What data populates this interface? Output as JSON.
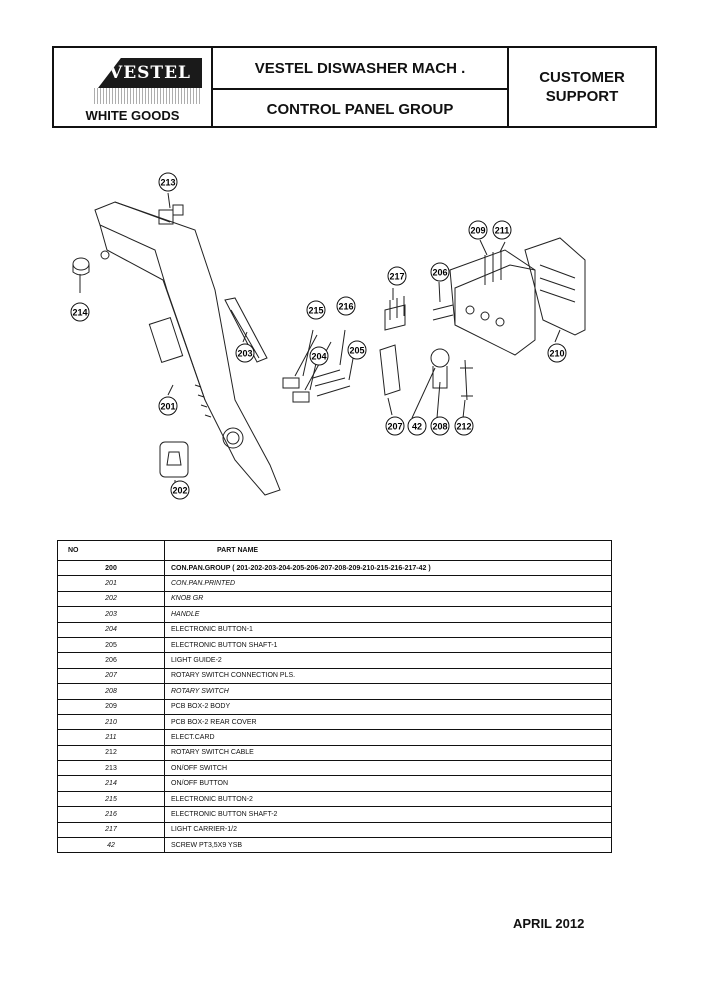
{
  "header": {
    "logo_text": "VESTEL",
    "division": "WHITE GOODS",
    "title_line1": "VESTEL DISWASHER MACH .",
    "title_line2": "CONTROL PANEL GROUP",
    "support_line1": "CUSTOMER",
    "support_line2": "SUPPORT"
  },
  "callouts": [
    "213",
    "214",
    "201",
    "202",
    "203",
    "215",
    "204",
    "216",
    "205",
    "217",
    "206",
    "209",
    "211",
    "210",
    "207",
    "42",
    "208",
    "212"
  ],
  "table": {
    "headers": {
      "no": "NO",
      "name": "PART NAME"
    },
    "rows": [
      {
        "no": "200",
        "name": "CON.PAN.GROUP  ( 201-202-203-204-205-206-207-208-209-210-215-216-217-42 )"
      },
      {
        "no": "201",
        "name": "CON.PAN.PRINTED"
      },
      {
        "no": "202",
        "name": "KNOB GR"
      },
      {
        "no": "203",
        "name": "HANDLE"
      },
      {
        "no": "204",
        "name": "ELECTRONIC BUTTON-1"
      },
      {
        "no": "205",
        "name": "ELECTRONIC BUTTON SHAFT-1"
      },
      {
        "no": "206",
        "name": "LIGHT GUIDE-2"
      },
      {
        "no": "207",
        "name": "ROTARY SWITCH CONNECTION PLS."
      },
      {
        "no": "208",
        "name": "ROTARY SWITCH"
      },
      {
        "no": "209",
        "name": "PCB BOX-2 BODY"
      },
      {
        "no": "210",
        "name": "PCB  BOX-2 REAR COVER"
      },
      {
        "no": "211",
        "name": "ELECT.CARD"
      },
      {
        "no": "212",
        "name": "ROTARY SWITCH CABLE"
      },
      {
        "no": "213",
        "name": "ON/OFF SWITCH"
      },
      {
        "no": "214",
        "name": "ON/OFF BUTTON"
      },
      {
        "no": "215",
        "name": "ELECTRONIC BUTTON-2"
      },
      {
        "no": "216",
        "name": "ELECTRONIC BUTTON SHAFT-2"
      },
      {
        "no": "217",
        "name": "LIGHT CARRIER-1/2"
      },
      {
        "no": "42",
        "name": "SCREW PT3,5X9 YSB"
      }
    ]
  },
  "footer": {
    "date": "APRIL 2012"
  }
}
